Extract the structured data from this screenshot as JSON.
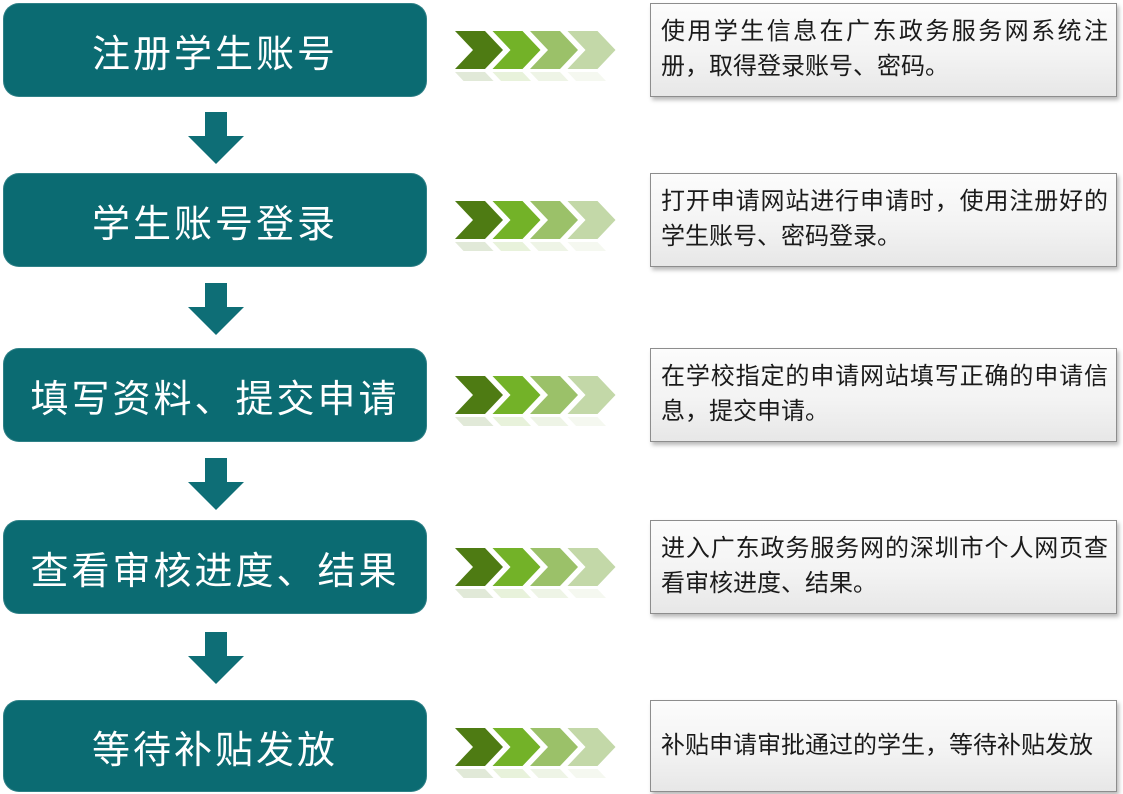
{
  "diagram": {
    "type": "vertical-flowchart",
    "steps": [
      {
        "label": "注册学生账号",
        "description": "使用学生信息在广东政务服务网系统注册，取得登录账号、密码。"
      },
      {
        "label": "学生账号登录",
        "description": "打开申请网站进行申请时，使用注册好的学生账号、密码登录。"
      },
      {
        "label": "填写资料、提交申请",
        "description": "在学校指定的申请网站填写正确的申请信息，提交申请。"
      },
      {
        "label": "查看审核进度、结果",
        "description": "进入广东政务服务网的深圳市个人网页查看审核进度、结果。"
      },
      {
        "label": "等待补贴发放",
        "description": "补贴申请审批通过的学生，等待补贴发放"
      }
    ],
    "icons": {
      "between_steps": "down-arrow-icon",
      "beside_steps": "chevron-arrows-icon"
    },
    "colors": {
      "box_fill": "#0b6b72",
      "box_text": "#ffffff",
      "down_arrow_fill": "#0e6e76",
      "chevron_1": "#4e7b13",
      "chevron_2": "#73b228",
      "chevron_3": "#9bc169",
      "chevron_4": "#c3d8a8",
      "desc_border": "#8d8d8d",
      "desc_bg": "#f3f3f3",
      "desc_text": "#1b1b1b"
    }
  }
}
